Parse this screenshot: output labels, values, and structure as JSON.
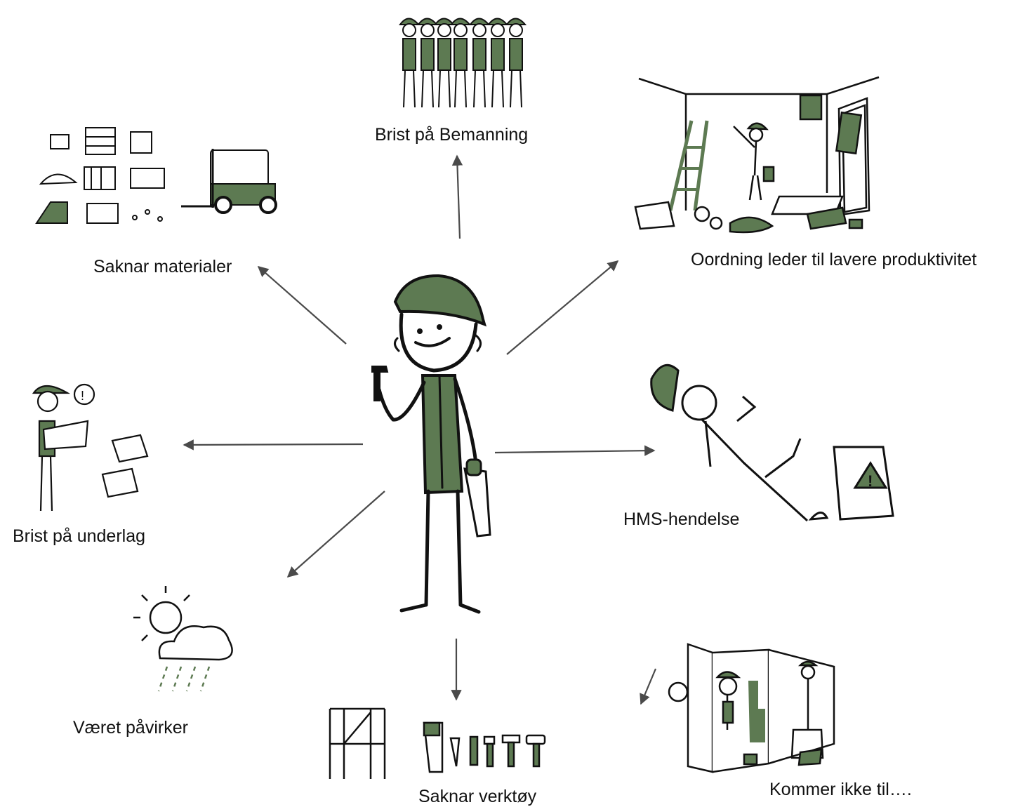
{
  "colors": {
    "accent": "#5d7a52",
    "ink": "#111111",
    "arrow": "#4a4a4a"
  },
  "center": {
    "figure": "construction-worker-with-hammer-and-saw"
  },
  "nodes": {
    "bemanning": {
      "label": "Brist på Bemanning",
      "icon": "workers-group-icon"
    },
    "oordning": {
      "label": "Oordning leder til lavere produktivitet",
      "icon": "messy-room-icon"
    },
    "materialer": {
      "label": "Saknar materialer",
      "icon": "materials-forklift-icon"
    },
    "underlag": {
      "label": "Brist på underlag",
      "icon": "worker-with-plans-icon"
    },
    "hms": {
      "label": "HMS-hendelse",
      "icon": "slipping-worker-icon"
    },
    "vaeret": {
      "label": "Været påvirker",
      "icon": "sun-cloud-rain-icon"
    },
    "verktoy": {
      "label": "Saknar verktøy",
      "icon": "scaffold-tools-icon"
    },
    "kommer": {
      "label": "Kommer ikke til….",
      "icon": "blocked-workers-icon"
    }
  }
}
